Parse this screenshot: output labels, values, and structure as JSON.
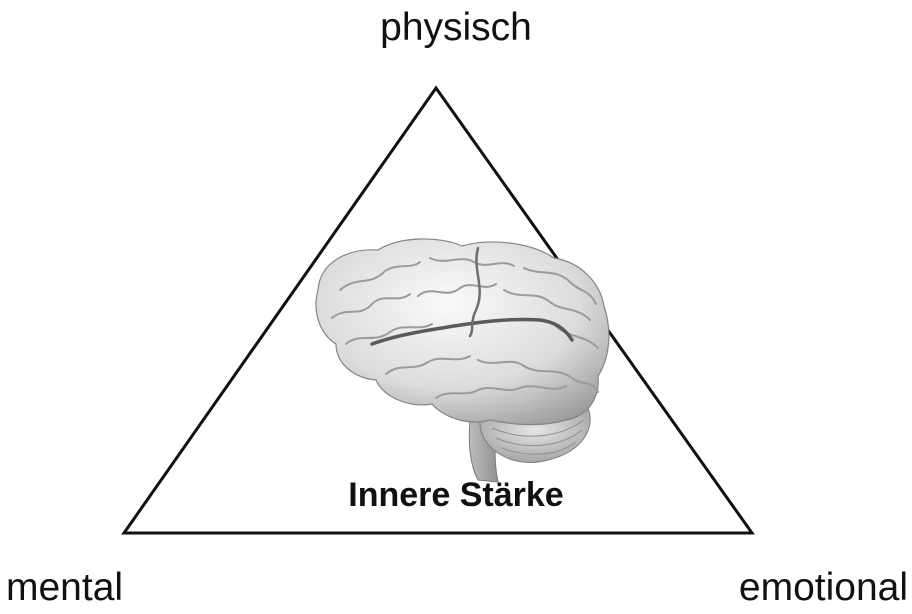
{
  "labels": {
    "top": "physisch",
    "left": "mental",
    "right": "emotional",
    "center": "Innere Stärke"
  },
  "icons": {
    "brain": "brain-icon"
  },
  "colors": {
    "stroke": "#111111",
    "background": "#ffffff",
    "brain_light": "#f2f2f2",
    "brain_mid": "#cfcfcf",
    "brain_dark": "#8a8a8a"
  }
}
